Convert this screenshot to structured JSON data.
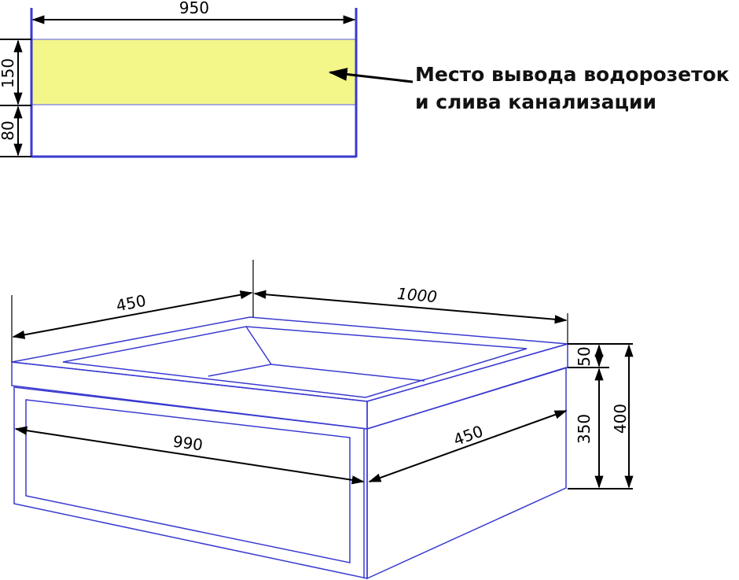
{
  "plan_view": {
    "width_label": "950",
    "zone_height_label": "150",
    "bottom_offset_label": "80",
    "zone_color": "#f3f78a",
    "outline_color": "#3a3ad0"
  },
  "note": {
    "line1": "Место вывода водорозеток",
    "line2": "и слива канализации"
  },
  "iso_view": {
    "depth_top_label": "450",
    "width_top_label": "1000",
    "slab_height_label": "50",
    "cabinet_height_label": "350",
    "total_height_label": "400",
    "front_width_label": "990",
    "side_depth_label": "450",
    "panel_color": "#e8e8fa"
  }
}
